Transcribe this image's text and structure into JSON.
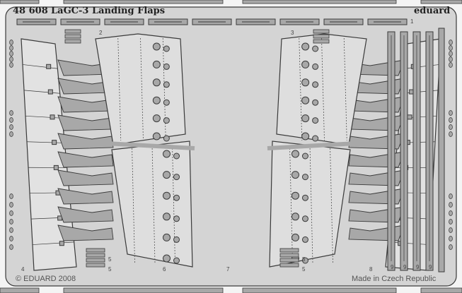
{
  "fret": {
    "title_code": "48 608",
    "title_name": "LaGC-3 Landing Flaps",
    "brand": "eduard",
    "copyright": "© EDUARD 2008",
    "origin": "Made in Czech Republic",
    "part_numbers": [
      "1",
      "2",
      "3",
      "4",
      "5",
      "5",
      "5",
      "5",
      "6",
      "7",
      "8",
      "9",
      "9",
      "9",
      "9"
    ]
  },
  "colors": {
    "fret_bg": "#d4d4d4",
    "part": "#a8a8a8",
    "outline": "#3a3a3a",
    "hatch": "#e6e6e6"
  }
}
